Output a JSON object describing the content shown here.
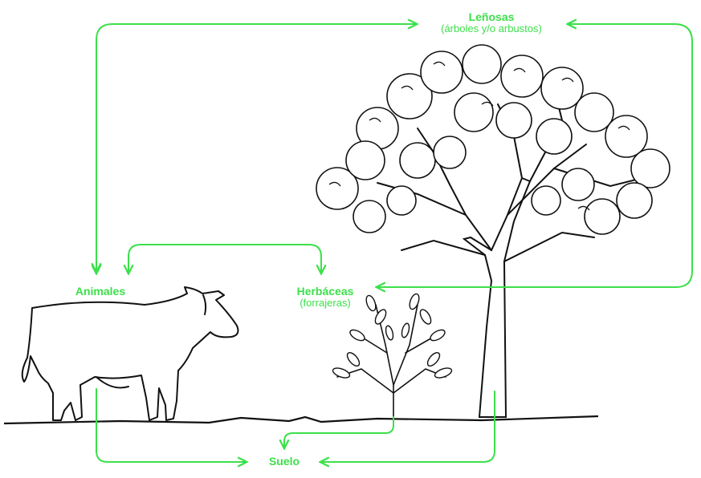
{
  "colors": {
    "arrow": "#3ce04a",
    "outline": "#111111",
    "background": "#ffffff"
  },
  "labels": {
    "lenosas": "Leñosas",
    "lenosas_sub": "(árboles y/o arbustos)",
    "animales": "Animales",
    "herbaceas": "Herbáceas",
    "herbaceas_sub": "(forrajeras)",
    "suelo": "Suelo"
  },
  "illustrations": [
    "cow",
    "tree",
    "shrub",
    "ground-line"
  ]
}
